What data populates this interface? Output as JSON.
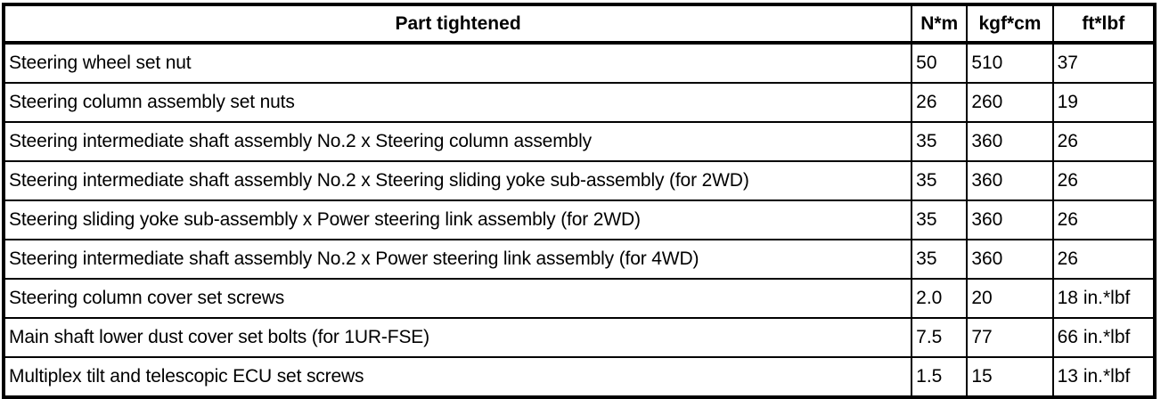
{
  "table": {
    "columns": [
      {
        "key": "part",
        "label": "Part tightened",
        "align": "center"
      },
      {
        "key": "nm",
        "label": "N*m",
        "align": "center"
      },
      {
        "key": "kgfcm",
        "label": "kgf*cm",
        "align": "center"
      },
      {
        "key": "ftlbf",
        "label": "ft*lbf",
        "align": "center"
      }
    ],
    "rows": [
      {
        "part": "Steering wheel set nut",
        "nm": "50",
        "kgfcm": "510",
        "ftlbf": "37"
      },
      {
        "part": "Steering column assembly set nuts",
        "nm": "26",
        "kgfcm": "260",
        "ftlbf": "19"
      },
      {
        "part": "Steering intermediate shaft assembly No.2 x Steering column assembly",
        "nm": "35",
        "kgfcm": "360",
        "ftlbf": "26"
      },
      {
        "part": "Steering intermediate shaft assembly No.2 x Steering sliding yoke sub-assembly (for 2WD)",
        "nm": "35",
        "kgfcm": "360",
        "ftlbf": "26"
      },
      {
        "part": "Steering sliding yoke sub-assembly x Power steering link assembly (for 2WD)",
        "nm": "35",
        "kgfcm": "360",
        "ftlbf": "26"
      },
      {
        "part": "Steering intermediate shaft assembly No.2 x Power steering link assembly (for 4WD)",
        "nm": "35",
        "kgfcm": "360",
        "ftlbf": "26"
      },
      {
        "part": "Steering column cover set screws",
        "nm": "2.0",
        "kgfcm": "20",
        "ftlbf": "18 in.*lbf"
      },
      {
        "part": "Main shaft lower dust cover set bolts (for 1UR-FSE)",
        "nm": "7.5",
        "kgfcm": "77",
        "ftlbf": "66 in.*lbf"
      },
      {
        "part": "Multiplex tilt and telescopic ECU set screws",
        "nm": "1.5",
        "kgfcm": "15",
        "ftlbf": "13 in.*lbf"
      }
    ]
  },
  "colors": {
    "border": "#000000",
    "text": "#000000",
    "background": "#ffffff"
  }
}
